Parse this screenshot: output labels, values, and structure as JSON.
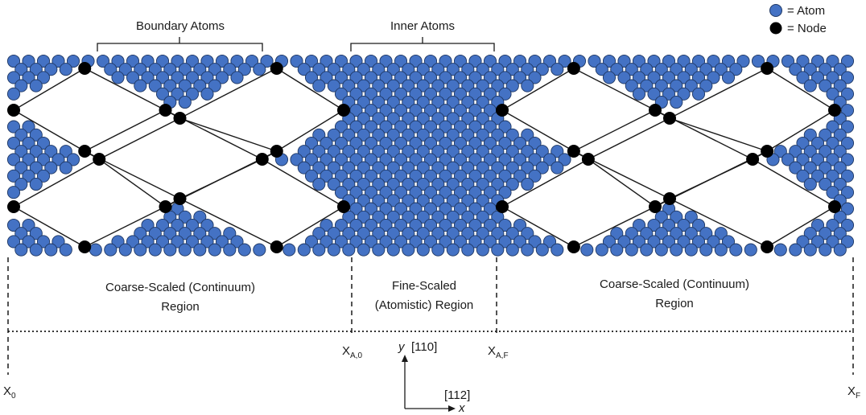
{
  "legend": {
    "atom_label": "= Atom",
    "node_label": "= Node"
  },
  "labels": {
    "boundary_atoms": "Boundary Atoms",
    "inner_atoms": "Inner Atoms",
    "coarse_left_line1": "Coarse-Scaled (Continuum)",
    "coarse_left_line2": "Region",
    "fine_line1": "Fine-Scaled",
    "fine_line2": "(Atomistic) Region",
    "coarse_right_line1": "Coarse-Scaled (Continuum)",
    "coarse_right_line2": "Region"
  },
  "positions": {
    "x0_main": "X",
    "x0_sub": "0",
    "xa0_main": "X",
    "xa0_sub": "A,0",
    "xaf_main": "X",
    "xaf_sub": "A,F",
    "xf_main": "X",
    "xf_sub": "F"
  },
  "axes": {
    "y_symbol": "y",
    "y_direction": "[110]",
    "x_symbol": "x",
    "x_direction": "[112]"
  },
  "colors": {
    "atom_fill": "#4472c4",
    "atom_stroke": "#1f3864",
    "node_fill": "#000000",
    "line": "#1a1a1a"
  }
}
